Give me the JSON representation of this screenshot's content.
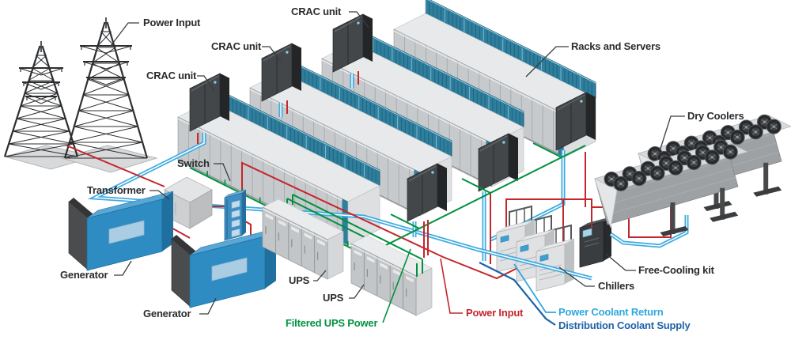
{
  "labels": {
    "power_input_top": "Power Input",
    "crac_unit_1": "CRAC unit",
    "crac_unit_2": "CRAC unit",
    "crac_unit_3": "CRAC unit",
    "racks_and_servers": "Racks and Servers",
    "dry_coolers": "Dry Coolers",
    "switch": "Switch",
    "transformer": "Transformer",
    "generator_1": "Generator",
    "generator_2": "Generator",
    "ups_1": "UPS",
    "ups_2": "UPS",
    "filtered_ups_power": "Filtered UPS Power",
    "power_input_bottom": "Power Input",
    "power_coolant_return": "Power Coolant Return",
    "chillers": "Chillers",
    "free_cooling_kit": "Free-Cooling kit",
    "distribution_coolant_supply": "Distribution Coolant Supply"
  },
  "legend_colors": {
    "power": "#c4262c",
    "filtered_ups_power": "#00913f",
    "power_coolant_return": "#2fa8e0",
    "distribution_coolant_supply": "#1e63a8"
  },
  "counts": {
    "rack_rows": 4,
    "crac_units": 6,
    "transmission_towers": 2,
    "generators": 2,
    "ups_units": 2,
    "chillers": 3,
    "dry_coolers": 2
  }
}
